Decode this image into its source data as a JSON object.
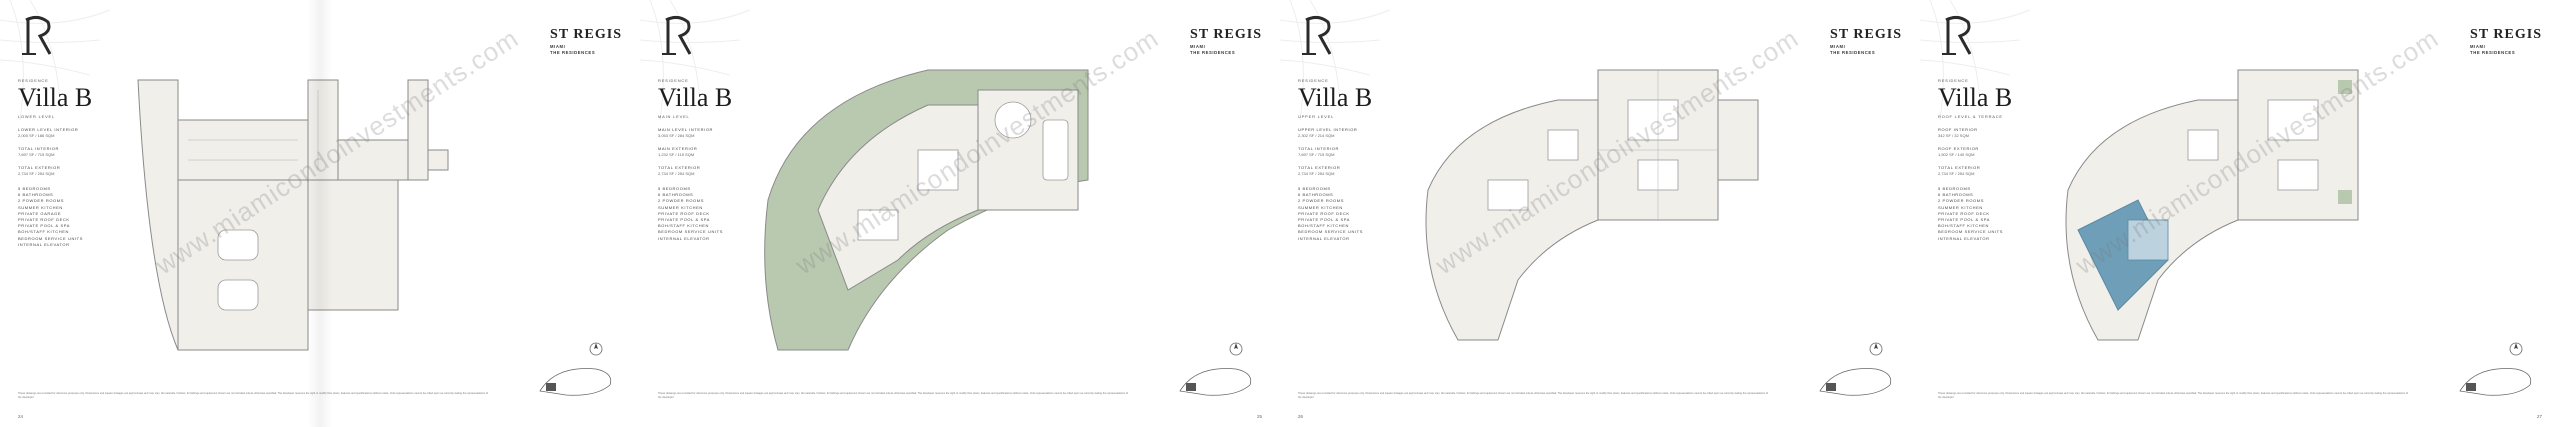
{
  "pages": [
    {
      "brand_name": "ST REGIS",
      "brand_sub_1": "MIAMI",
      "brand_sub_2": "THE RESIDENCES",
      "eyebrow": "RESIDENCE",
      "title": "Villa B",
      "level": "LOWER LEVEL",
      "stat_1_label": "LOWER LEVEL INTERIOR",
      "stat_1_value": "2,000 SF / 186 SQM",
      "stat_2_label": "TOTAL INTERIOR",
      "stat_2_value": "7,697 SF / 715 SQM",
      "stat_3_label": "TOTAL EXTERIOR",
      "stat_3_value": "2,734 SF / 254 SQM",
      "features": [
        "5 BEDROOMS",
        "6 BATHROOMS",
        "2 POWDER ROOMS",
        "SUMMER KITCHEN",
        "PRIVATE GARAGE",
        "PRIVATE ROOF DECK",
        "PRIVATE POOL & SPA",
        "BOH/STAFF KITCHEN",
        "BEDROOM SERVICE UNITS",
        "INTERNAL ELEVATOR"
      ],
      "vertical_label": "",
      "page_number": "24",
      "watermark": "www.miamicondoinvestments.com",
      "disclaimer": "These drawings are provided for reference purposes only. Dimensions and square footages are approximate and may vary. All materials, finishes, furnishings and equipment shown are not included unless otherwise specified. The developer reserves the right to modify floor plans, features and specifications without notice. Oral representations cannot be relied upon as correctly stating the representations of the developer."
    },
    {
      "brand_name": "ST REGIS",
      "brand_sub_1": "MIAMI",
      "brand_sub_2": "THE RESIDENCES",
      "eyebrow": "RESIDENCE",
      "title": "Villa B",
      "level": "MAIN LEVEL",
      "stat_1_label": "MAIN LEVEL INTERIOR",
      "stat_1_value": "3,053 SF / 284 SQM",
      "stat_2_label": "MAIN EXTERIOR",
      "stat_2_value": "1,232 SF / 115 SQM",
      "stat_3_label": "TOTAL EXTERIOR",
      "stat_3_value": "2,734 SF / 254 SQM",
      "features": [
        "5 BEDROOMS",
        "6 BATHROOMS",
        "2 POWDER ROOMS",
        "SUMMER KITCHEN",
        "PRIVATE ROOF DECK",
        "PRIVATE POOL & SPA",
        "BOH/STAFF KITCHEN",
        "BEDROOM SERVICE UNITS",
        "INTERNAL ELEVATOR"
      ],
      "vertical_label": "",
      "page_number": "25",
      "watermark": "www.miamicondoinvestments.com",
      "disclaimer": "These drawings are provided for reference purposes only. Dimensions and square footages are approximate and may vary. All materials, finishes, furnishings and equipment shown are not included unless otherwise specified. The developer reserves the right to modify floor plans, features and specifications without notice. Oral representations cannot be relied upon as correctly stating the representations of the developer."
    },
    {
      "brand_name": "ST REGIS",
      "brand_sub_1": "MIAMI",
      "brand_sub_2": "THE RESIDENCES",
      "eyebrow": "RESIDENCE",
      "title": "Villa B",
      "level": "UPPER LEVEL",
      "stat_1_label": "UPPER LEVEL INTERIOR",
      "stat_1_value": "2,302 SF / 214 SQM",
      "stat_2_label": "TOTAL INTERIOR",
      "stat_2_value": "7,697 SF / 715 SQM",
      "stat_3_label": "TOTAL EXTERIOR",
      "stat_3_value": "2,734 SF / 254 SQM",
      "features": [
        "5 BEDROOMS",
        "6 BATHROOMS",
        "2 POWDER ROOMS",
        "SUMMER KITCHEN",
        "PRIVATE ROOF DECK",
        "PRIVATE POOL & SPA",
        "BOH/STAFF KITCHEN",
        "BEDROOM SERVICE UNITS",
        "INTERNAL ELEVATOR"
      ],
      "vertical_label": "",
      "page_number": "26",
      "watermark": "www.miamicondoinvestments.com",
      "disclaimer": "These drawings are provided for reference purposes only. Dimensions and square footages are approximate and may vary. All materials, finishes, furnishings and equipment shown are not included unless otherwise specified. The developer reserves the right to modify floor plans, features and specifications without notice. Oral representations cannot be relied upon as correctly stating the representations of the developer."
    },
    {
      "brand_name": "ST REGIS",
      "brand_sub_1": "MIAMI",
      "brand_sub_2": "THE RESIDENCES",
      "eyebrow": "RESIDENCE",
      "title": "Villa B",
      "level": "ROOF LEVEL & TERRACE",
      "stat_1_label": "ROOF INTERIOR",
      "stat_1_value": "342 SF / 32 SQM",
      "stat_2_label": "ROOF EXTERIOR",
      "stat_2_value": "1,502 SF / 140 SQM",
      "stat_3_label": "TOTAL EXTERIOR",
      "stat_3_value": "2,734 SF / 254 SQM",
      "features": [
        "5 BEDROOMS",
        "6 BATHROOMS",
        "2 POWDER ROOMS",
        "SUMMER KITCHEN",
        "PRIVATE ROOF DECK",
        "PRIVATE POOL & SPA",
        "BOH/STAFF KITCHEN",
        "BEDROOM SERVICE UNITS",
        "INTERNAL ELEVATOR"
      ],
      "vertical_label": "",
      "page_number": "27",
      "watermark": "www.miamicondoinvestments.com",
      "disclaimer": "These drawings are provided for reference purposes only. Dimensions and square footages are approximate and may vary. All materials, finishes, furnishings and equipment shown are not included unless otherwise specified. The developer reserves the right to modify floor plans, features and specifications without notice. Oral representations cannot be relied upon as correctly stating the representations of the developer."
    }
  ],
  "colors": {
    "plan_line": "#8a8a8a",
    "plan_fill": "#f1efea",
    "terrace_green": "#b9c9b0",
    "pool_blue": "#6f9fb8"
  },
  "icons": [
    "st-regis-monogram-icon",
    "palm-leaf-icon",
    "compass-icon",
    "key-plan-icon"
  ]
}
